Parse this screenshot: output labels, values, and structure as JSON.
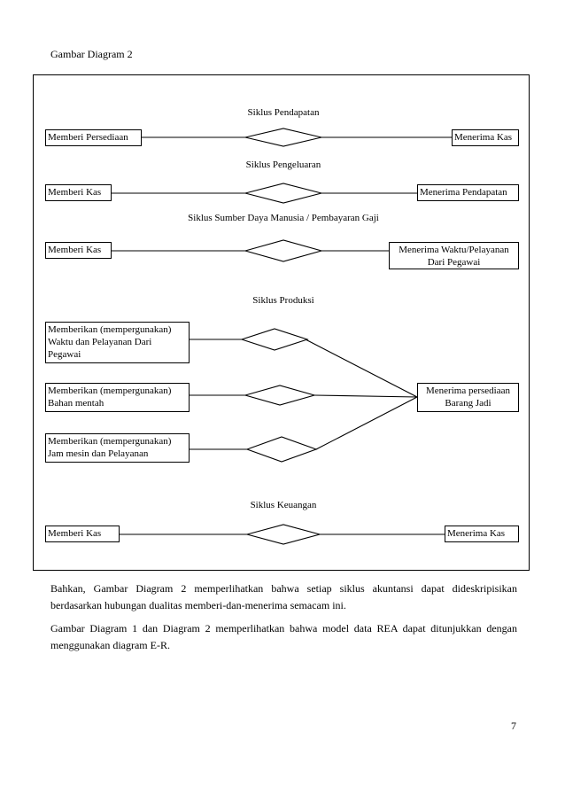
{
  "caption": "Gambar Diagram 2",
  "cycles": {
    "pendapatan": {
      "title": "Siklus Pendapatan",
      "left": "Memberi Persediaan",
      "right": "Menerima Kas"
    },
    "pengeluaran": {
      "title": "Siklus Pengeluaran",
      "left": "Memberi Kas",
      "right": "Menerima Pendapatan"
    },
    "sdm": {
      "title": "Siklus Sumber Daya Manusia / Pembayaran Gaji",
      "left": "Memberi Kas",
      "right_line1": "Menerima Waktu/Pelayanan",
      "right_line2": "Dari Pegawai"
    },
    "produksi": {
      "title": "Siklus Produksi",
      "left1_line1": "Memberikan (mempergunakan)",
      "left1_line2": "Waktu dan Pelayanan Dari",
      "left1_line3": "Pegawai",
      "left2_line1": "Memberikan (mempergunakan)",
      "left2_line2": "Bahan mentah",
      "left3_line1": "Memberikan (mempergunakan)",
      "left3_line2": "Jam mesin dan Pelayanan",
      "right_line1": "Menerima persediaan",
      "right_line2": "Barang Jadi"
    },
    "keuangan": {
      "title": "Siklus Keuangan",
      "left": "Memberi Kas",
      "right": "Menerima Kas"
    }
  },
  "paragraphs": {
    "p1": "Bahkan, Gambar Diagram 2 memperlihatkan bahwa setiap siklus akuntansi dapat dideskripisikan berdasarkan hubungan dualitas memberi-dan-menerima semacam ini.",
    "p2": "Gambar Diagram 1 dan Diagram 2 memperlihatkan bahwa model data REA dapat ditunjukkan dengan menggunakan diagram E-R."
  },
  "page_number": "7"
}
